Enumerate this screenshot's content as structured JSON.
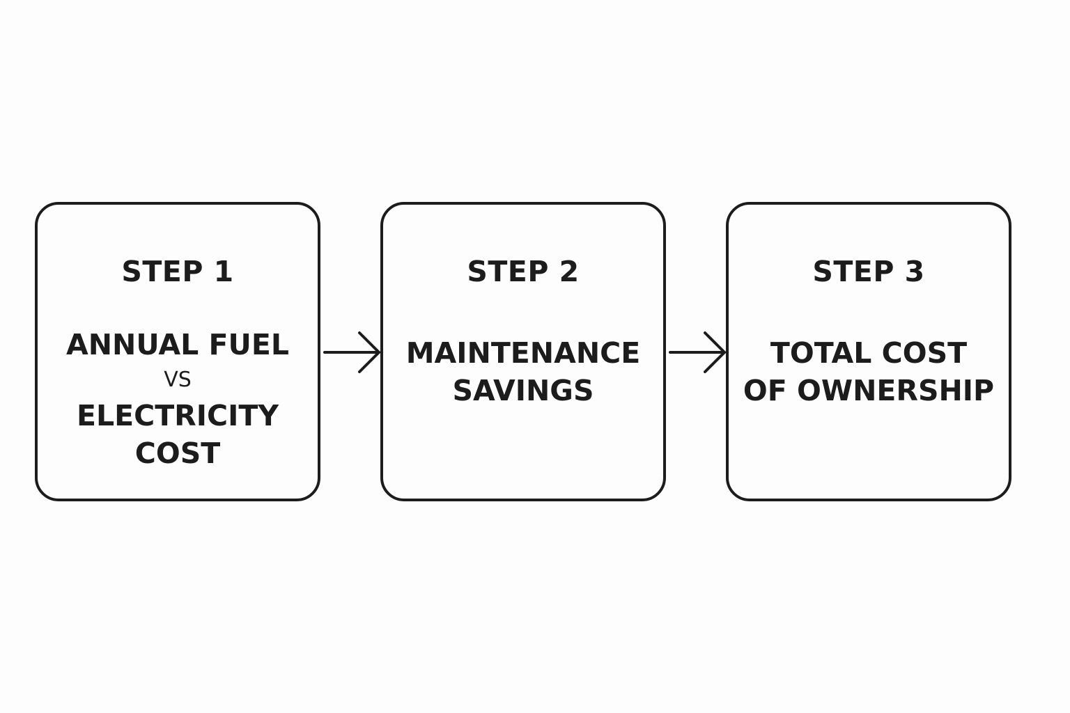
{
  "steps": [
    {
      "title": "STEP 1",
      "lines": [
        "ANNUAL FUEL",
        "VS",
        "ELECTRICITY",
        "COST"
      ]
    },
    {
      "title": "STEP 2",
      "lines": [
        "MAINTENANCE",
        "SAVINGS"
      ]
    },
    {
      "title": "STEP 3",
      "lines": [
        "TOTAL COST",
        "OF OWNERSHIP"
      ]
    }
  ],
  "colors": {
    "stroke": "#1c1c1c",
    "background": "#fdfdfd"
  }
}
